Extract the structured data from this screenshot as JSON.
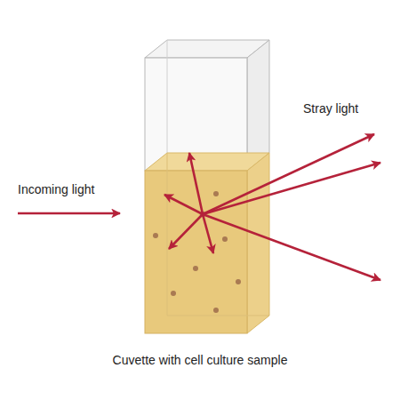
{
  "diagram": {
    "caption": "Cuvette with cell culture sample",
    "labels": [
      "Incoming light",
      "Stray light"
    ]
  }
}
